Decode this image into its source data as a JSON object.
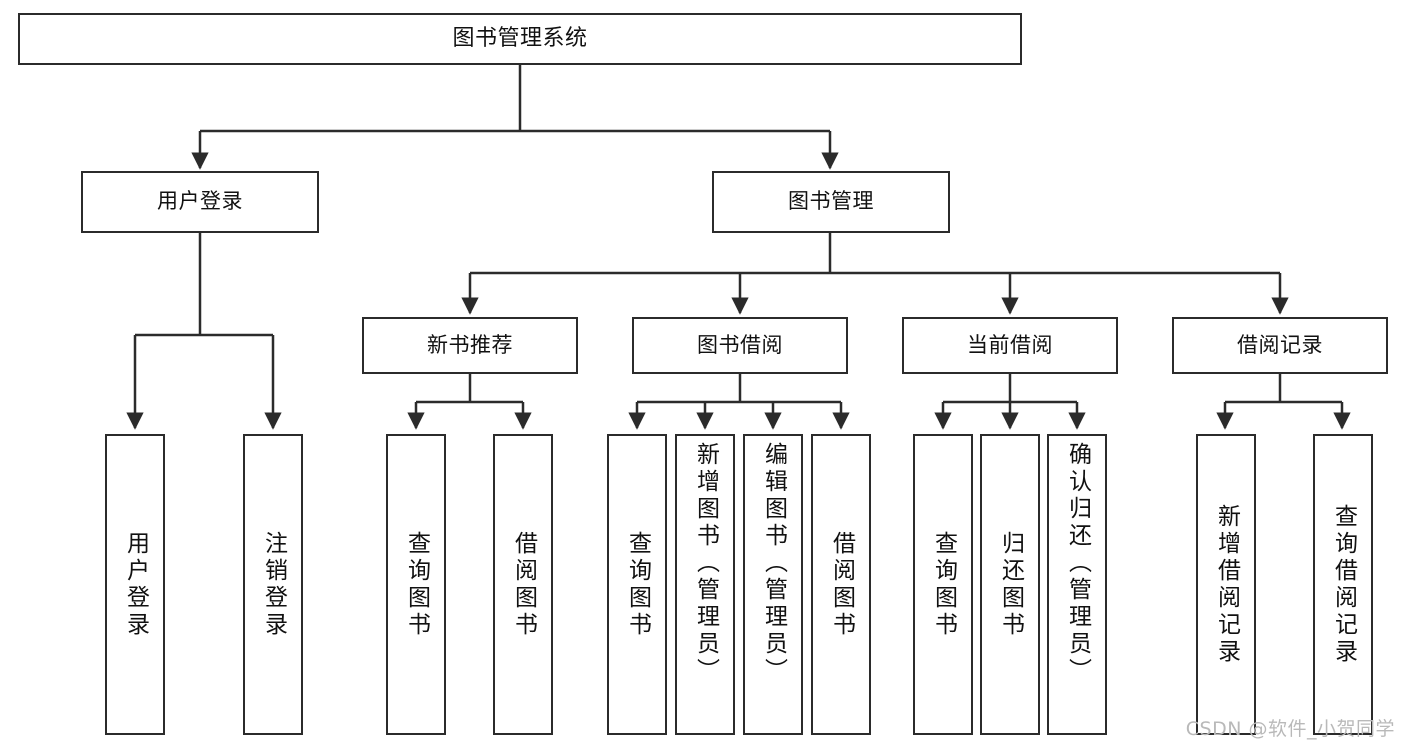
{
  "diagram": {
    "title": "图书管理系统",
    "type": "tree",
    "watermark": "CSDN @软件_小贺同学",
    "colors": {
      "stroke": "#2b2b2b",
      "fill": "#ffffff",
      "text": "#111111",
      "watermark": "#b9b9b9"
    },
    "nodes": {
      "root": {
        "label": "图书管理系统"
      },
      "level2": [
        {
          "id": "user-login",
          "label": "用户登录"
        },
        {
          "id": "book-manage",
          "label": "图书管理"
        }
      ],
      "level3": [
        {
          "id": "new-book-rec",
          "label": "新书推荐"
        },
        {
          "id": "book-borrow",
          "label": "图书借阅"
        },
        {
          "id": "current-borrow",
          "label": "当前借阅"
        },
        {
          "id": "borrow-record",
          "label": "借阅记录"
        }
      ],
      "leaves": [
        {
          "id": "leaf-user-login",
          "label": "用户登录",
          "parent": "user-login"
        },
        {
          "id": "leaf-logout",
          "label": "注销登录",
          "parent": "user-login"
        },
        {
          "id": "leaf-query-book-1",
          "label": "查询图书",
          "parent": "new-book-rec"
        },
        {
          "id": "leaf-borrow-book-1",
          "label": "借阅图书",
          "parent": "new-book-rec"
        },
        {
          "id": "leaf-query-book-2",
          "label": "查询图书",
          "parent": "book-borrow"
        },
        {
          "id": "leaf-add-book",
          "label": "新增图书（管理员）",
          "parent": "book-borrow"
        },
        {
          "id": "leaf-edit-book",
          "label": "编辑图书（管理员）",
          "parent": "book-borrow"
        },
        {
          "id": "leaf-borrow-book-2",
          "label": "借阅图书",
          "parent": "book-borrow"
        },
        {
          "id": "leaf-query-book-3",
          "label": "查询图书",
          "parent": "current-borrow"
        },
        {
          "id": "leaf-return-book",
          "label": "归还图书",
          "parent": "current-borrow"
        },
        {
          "id": "leaf-confirm-return",
          "label": "确认归还（管理员）",
          "parent": "current-borrow"
        },
        {
          "id": "leaf-add-record",
          "label": "新增借阅记录",
          "parent": "borrow-record"
        },
        {
          "id": "leaf-query-record",
          "label": "查询借阅记录",
          "parent": "borrow-record"
        }
      ]
    }
  }
}
